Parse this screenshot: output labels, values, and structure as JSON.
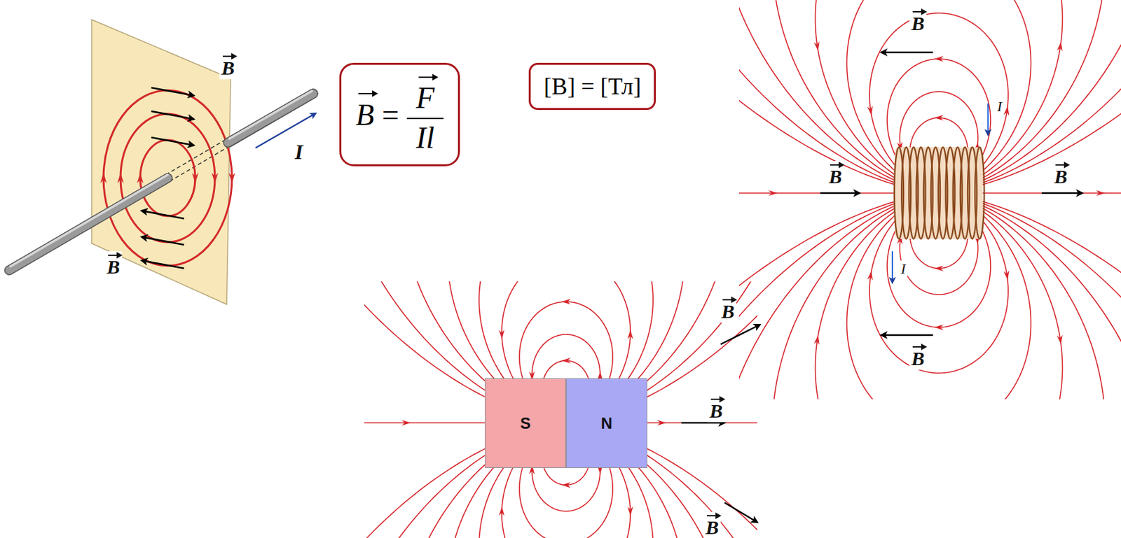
{
  "diagram": {
    "nodes": [
      {
        "text": [
          "B",
          "=",
          "F",
          "Il"
        ]
      },
      {
        "text": [
          "[B] = [Тл]"
        ]
      },
      {
        "text": [
          "S"
        ]
      },
      {
        "text": [
          "N"
        ]
      }
    ],
    "labels": [
      "B",
      "B",
      "I",
      "B",
      "I",
      "B",
      "B",
      "I",
      "B",
      "B",
      "B",
      "B"
    ]
  }
}
